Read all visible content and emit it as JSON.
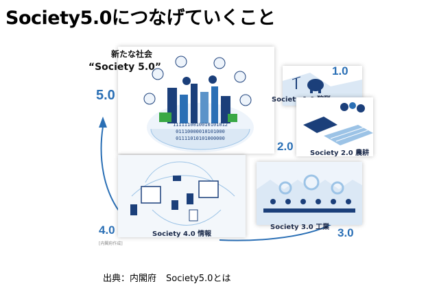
{
  "title": "Society5.0につなげていくこと",
  "diagram": {
    "header_line1": "新たな社会",
    "header_line2": "“Society 5.0”",
    "stages": {
      "s50": {
        "number": "5.0"
      },
      "s10": {
        "number": "1.0",
        "label": "Society 1.0 狩猟"
      },
      "s20": {
        "number": "2.0",
        "label": "Society 2.0 農耕"
      },
      "s30": {
        "number": "3.0",
        "label": "Society 3.0 工業"
      },
      "s40": {
        "number": "4.0",
        "label": "Society 4.0 情報"
      }
    },
    "binary_lines": [
      "1111110010010101012",
      "01110000010101000",
      "01111010101000000"
    ],
    "credit": "[内閣府作成]"
  },
  "source": {
    "prefix": "出典：内閣府",
    "name": "Society5.0とは"
  },
  "colors": {
    "accent": "#2a6fb5",
    "dark_blue": "#1b3f7a",
    "light_blue": "#9cc3e6",
    "green": "#39a845"
  }
}
